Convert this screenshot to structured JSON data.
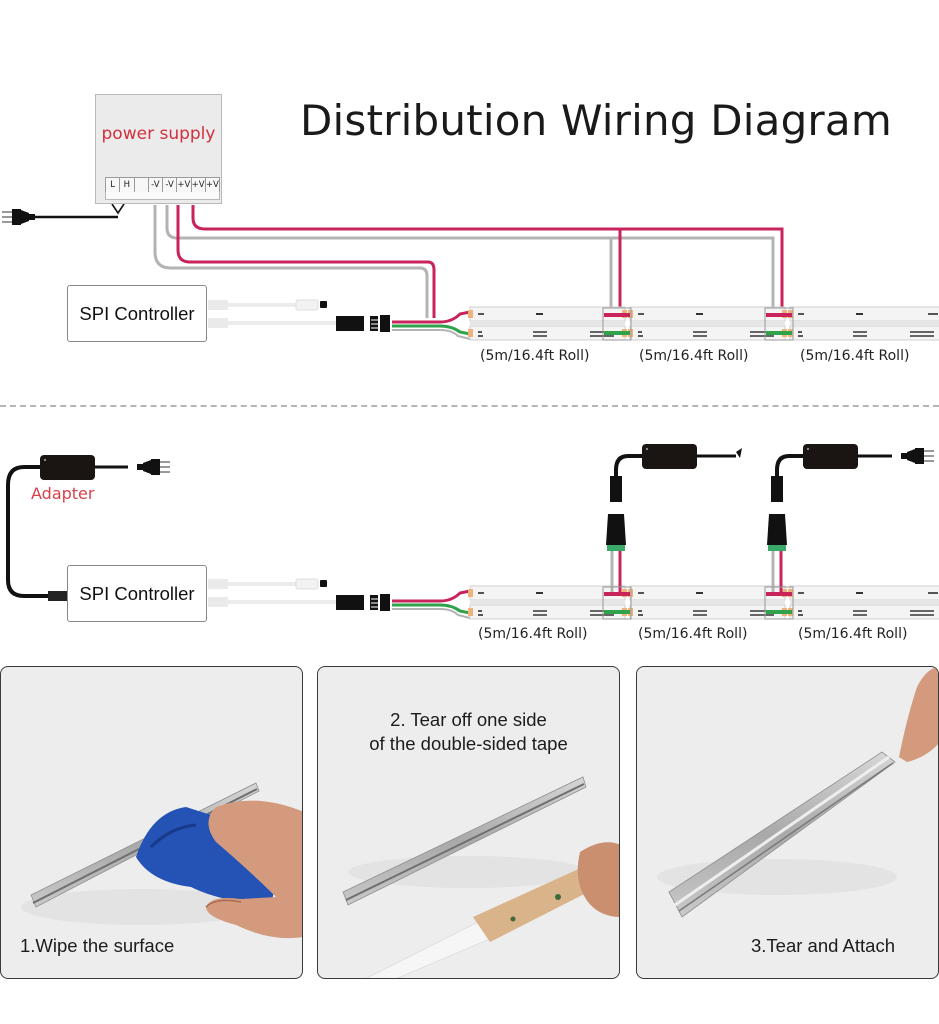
{
  "title": "Distribution Wiring Diagram",
  "colors": {
    "positive_wire": "#c8235a",
    "negative_wire": "#b3b3b3",
    "data_wire": "#2fa24a",
    "label_red": "#d1303c",
    "divider": "#b5b5b5"
  },
  "section1": {
    "power_supply": {
      "label": "power supply",
      "terminals": [
        "L",
        "H",
        "",
        "-V",
        "-V",
        "+V",
        "+V",
        "+V"
      ]
    },
    "plug_icon": "ac-plug-icon",
    "controller_label": "SPI Controller",
    "rolls": [
      "(5m/16.4ft Roll)",
      "(5m/16.4ft Roll)",
      "(5m/16.4ft Roll)"
    ]
  },
  "section2": {
    "adapter_label": "Adapter",
    "controller_label": "SPI Controller",
    "rolls": [
      "(5m/16.4ft Roll)",
      "(5m/16.4ft Roll)",
      "(5m/16.4ft Roll)"
    ]
  },
  "steps": [
    {
      "caption": "1.Wipe the surface"
    },
    {
      "caption_line1": "2. Tear off one side",
      "caption_line2": "of the double-sided tape"
    },
    {
      "caption": "3.Tear and Attach"
    }
  ]
}
